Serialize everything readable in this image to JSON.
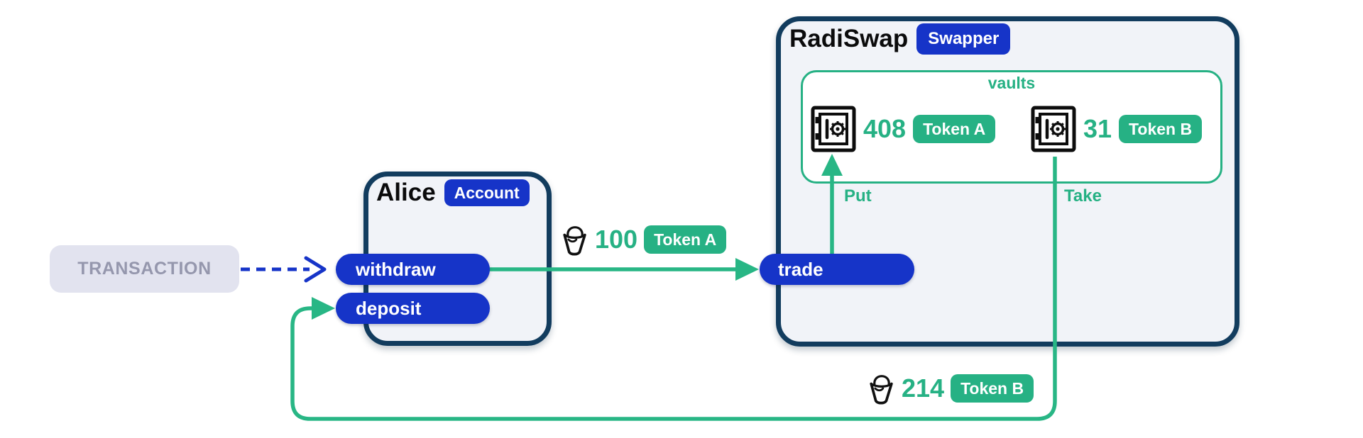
{
  "transaction": {
    "label": "TRANSACTION"
  },
  "alice": {
    "title": "Alice",
    "badge": "Account",
    "withdraw_label": "withdraw",
    "deposit_label": "deposit"
  },
  "radiswap": {
    "title": "RadiSwap",
    "badge": "Swapper",
    "trade_label": "trade",
    "vaults_title": "vaults",
    "put_label": "Put",
    "take_label": "Take",
    "vaults": [
      {
        "amount": "408",
        "token": "Token A"
      },
      {
        "amount": "31",
        "token": "Token B"
      }
    ]
  },
  "flows": [
    {
      "amount": "100",
      "token": "Token A"
    },
    {
      "amount": "214",
      "token": "Token B"
    }
  ],
  "icons": {
    "safe": "safe-icon",
    "bucket": "bucket-icon"
  },
  "colors": {
    "blue": "#1634c8",
    "navy_border": "#123c5e",
    "green": "#26b184",
    "panel_fill": "#f1f3f8",
    "transaction_bg": "#e2e3ef",
    "transaction_text": "#9597ad"
  }
}
